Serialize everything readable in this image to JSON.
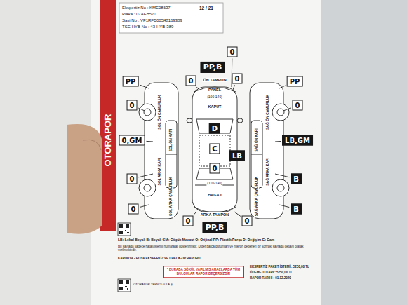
{
  "diagram": {
    "nodes": [
      {
        "text": [
          "0"
        ]
      },
      {
        "text": [
          "PP,B"
        ]
      },
      {
        "text": [
          "PP"
        ]
      },
      {
        "text": [
          "0"
        ]
      },
      {
        "text": [
          "0"
        ]
      },
      {
        "text": [
          "PP"
        ]
      },
      {
        "text": [
          "0"
        ]
      },
      {
        "text": [
          "0"
        ]
      },
      {
        "text": [
          "D"
        ]
      },
      {
        "text": [
          "0,GM"
        ]
      },
      {
        "text": [
          "LB,GM"
        ]
      },
      {
        "text": [
          "C"
        ]
      },
      {
        "text": [
          "LB"
        ]
      },
      {
        "text": [
          "0"
        ]
      },
      {
        "text": [
          "0"
        ]
      },
      {
        "text": [
          "B"
        ]
      },
      {
        "text": [
          "0"
        ]
      },
      {
        "text": [
          "B"
        ]
      },
      {
        "text": [
          "0"
        ]
      },
      {
        "text": [
          "0"
        ]
      },
      {
        "text": [
          "PP,B"
        ]
      },
      {
        "text": [
          "* BURADA SÖKÜL YAPILMIŞ ARAÇLARDA TÜM BULGULAR RAPOR GEÇERSİZDİR"
        ]
      }
    ],
    "labels": [
      "OTORAPOR",
      "Ekspertiz No : KME08637",
      "Plaka : 07AEB570",
      "Şasi No : VF1RFB00548169389",
      "TSE-HYB No : 43-HYB-389",
      "12 / 21",
      "ÖN TAMPON",
      "PANEL",
      "(100-140)",
      "KAPUT",
      "SOL ÖN ÇAMURLUK",
      "SOL ÖN KAPI",
      "SOL ARKA KAPI",
      "SOL ARKA ÇAMURLUK",
      "SAĞ ÖN ÇAMURLUK",
      "SAĞ ÖN KAPI",
      "SAĞ ARKA KAPI",
      "SAĞ ARKA ÇAMURLUK",
      "(110-140)",
      "BAGAJ",
      "ARKA TAMPON",
      "LB: Lokal Boyalı B: Boyalı GM: Göçük Mevcut O: Orijinal PP: Plastik Parça D: Değişim C: Cam",
      "Bu sayfada sadece hatalı/işlemli numaralar gösterilmiştir. Diğer parça durumları ve mikron değerleri bir sonraki sayfada detaylı olarak verilmektedir.",
      "KAPORTA - BOYA EKSPERTİZ VE CHECK-UP RAPORU",
      "EKSPERTİZ PAKET İSTEMİ : 5250,00 TL",
      "ÖDEME TUTARI : 5250,00 TL",
      "RAPOR TARİHİ : 01.12.2020",
      "OTORAPOR TEKNOLOJİ A.Ş."
    ]
  }
}
